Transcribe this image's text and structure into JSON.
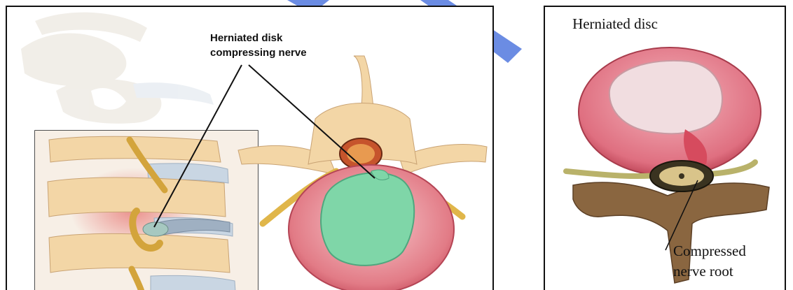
{
  "left_panel": {
    "label_line1": "Herniated disk",
    "label_line2": "compressing nerve"
  },
  "right_panel": {
    "title": "Herniated disc",
    "label_line1": "Compressed",
    "label_line2": "nerve root"
  },
  "colors": {
    "frame": "#111111",
    "disc_outer": "#e0747d",
    "disc_nucleus": "#7fd6a8",
    "bone": "#f3d6a6",
    "nerve": "#e0b64a",
    "watermark": "#4a6fd6"
  }
}
